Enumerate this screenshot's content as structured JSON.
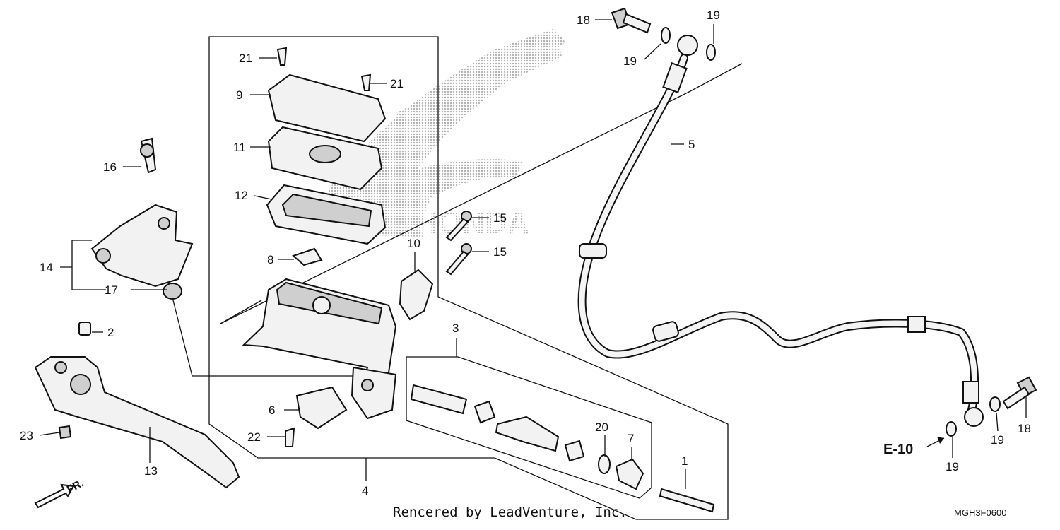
{
  "callouts": {
    "c1": "1",
    "c2": "2",
    "c3": "3",
    "c4": "4",
    "c5": "5",
    "c6": "6",
    "c7": "7",
    "c8": "8",
    "c9": "9",
    "c10": "10",
    "c11": "11",
    "c12": "12",
    "c13": "13",
    "c14": "14",
    "c15a": "15",
    "c15b": "15",
    "c16": "16",
    "c17": "17",
    "c18a": "18",
    "c18b": "18",
    "c19a": "19",
    "c19b": "19",
    "c19c": "19",
    "c19d": "19",
    "c20": "20",
    "c21a": "21",
    "c21b": "21",
    "c22": "22",
    "c23": "23"
  },
  "reference": {
    "label": "E-10"
  },
  "direction": {
    "label": "FR."
  },
  "watermark": {
    "brand": "HONDA"
  },
  "footer": {
    "credit": "Rencered by LeadVenture, Inc.",
    "code": "MGH3F0600"
  }
}
